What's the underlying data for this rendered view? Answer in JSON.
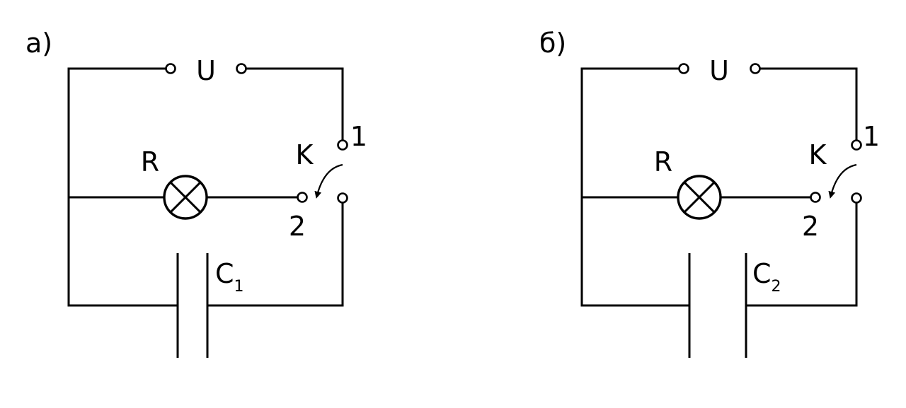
{
  "diagrams": [
    {
      "panel_label": "а)",
      "voltage_label": "U",
      "resistor_label": "R",
      "switch_label": "K",
      "position_1": "1",
      "position_2": "2",
      "capacitor_letter": "C",
      "capacitor_index": "1"
    },
    {
      "panel_label": "б)",
      "voltage_label": "U",
      "resistor_label": "R",
      "switch_label": "K",
      "position_1": "1",
      "position_2": "2",
      "capacitor_letter": "C",
      "capacitor_index": "2"
    }
  ]
}
